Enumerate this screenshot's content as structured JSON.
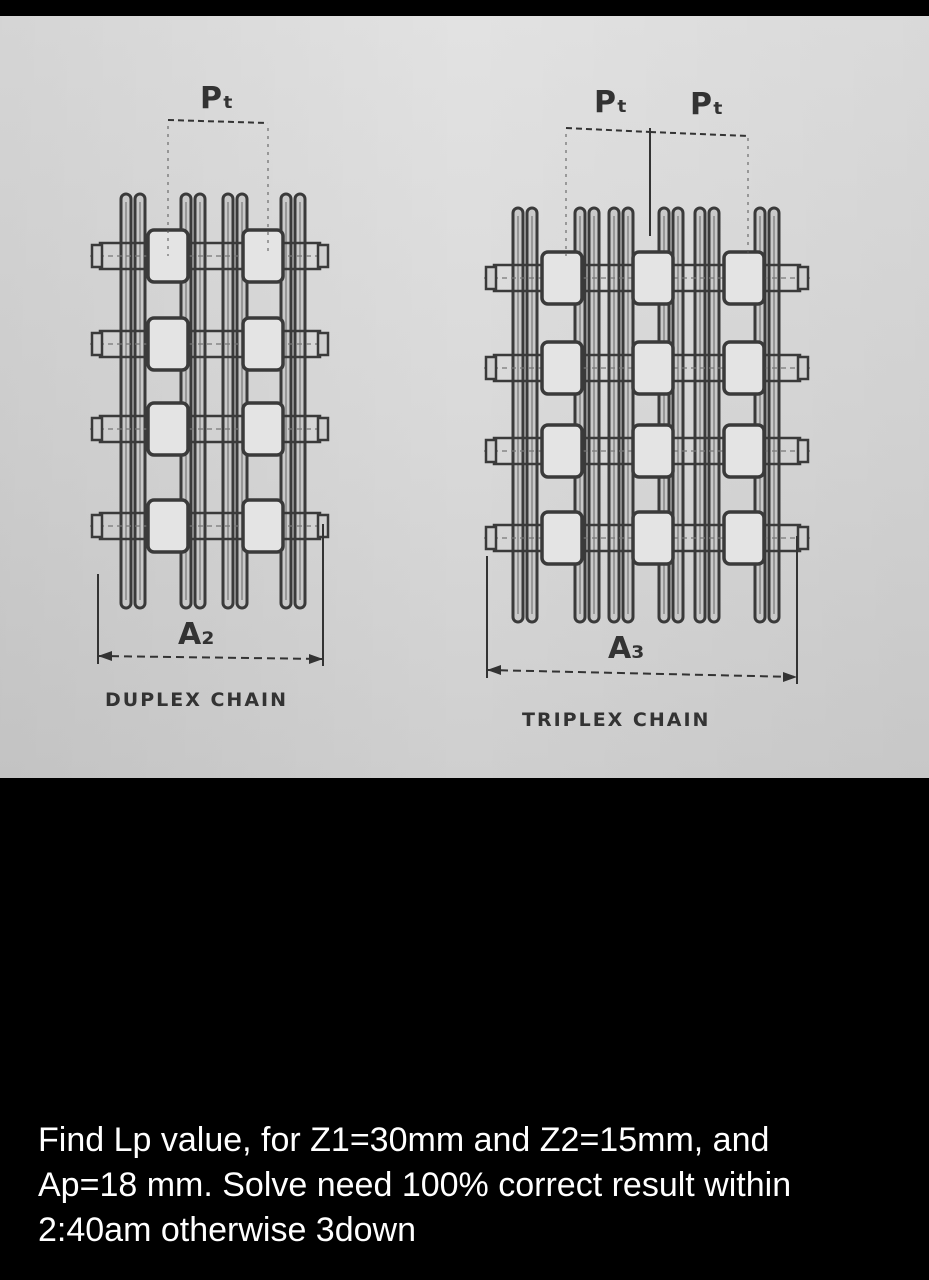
{
  "duplex": {
    "pitch_label": "Pₜ",
    "width_label": "A₂",
    "caption": "DUPLEX CHAIN"
  },
  "triplex": {
    "pitch_label_1": "Pₜ",
    "pitch_label_2": "Pₜ",
    "width_label": "A₃",
    "caption": "TRIPLEX CHAIN"
  },
  "question": {
    "line1": "Find Lp value, for Z1=30mm and Z2=15mm, and",
    "line2": "Ap=18 mm.  Solve need 100% correct result within",
    "line3": "2:40am otherwise 3down"
  },
  "colors": {
    "paper": "#dcdcdc",
    "ink": "#3a3a3a",
    "background": "#000000",
    "caption_text": "#ffffff"
  }
}
